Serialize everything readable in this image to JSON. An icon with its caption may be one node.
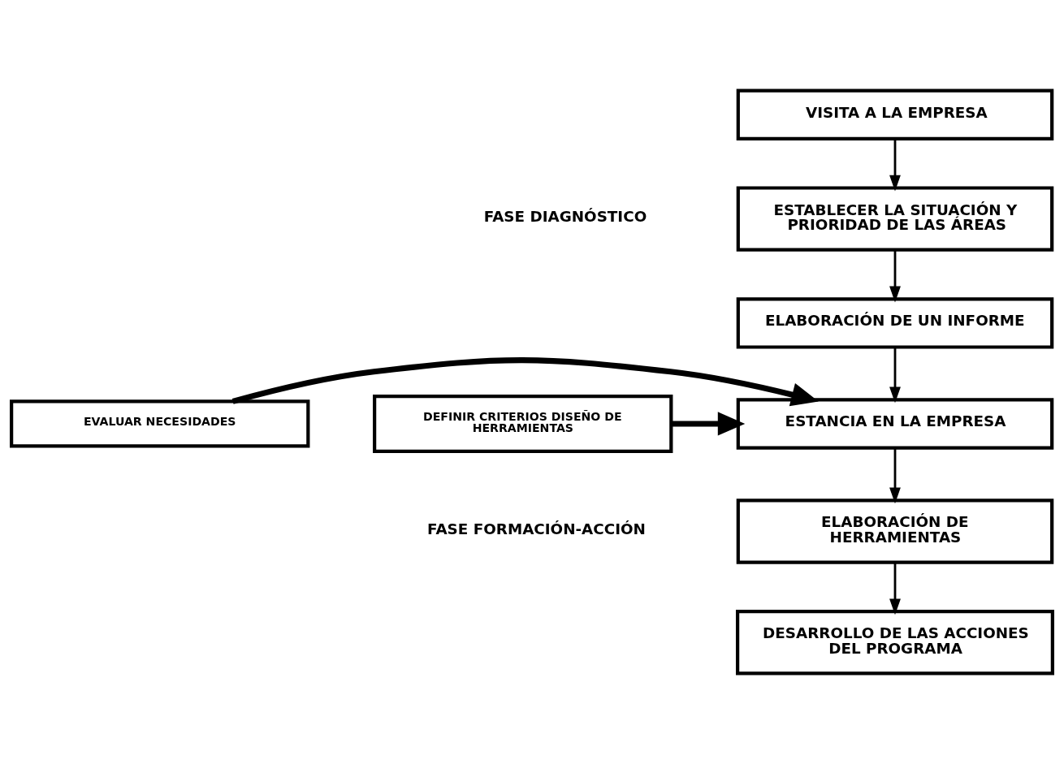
{
  "diagram": {
    "nodes": [
      {
        "text": [
          "VISITA A LA EMPRESA"
        ]
      },
      {
        "text": [
          "ESTABLECER LA SITUACIÓN Y PRIORIDAD DE LAS ÁREAS"
        ]
      },
      {
        "text": [
          "ELABORACIÓN DE UN INFORME"
        ]
      },
      {
        "text": [
          "ESTANCIA EN LA EMPRESA"
        ]
      },
      {
        "text": [
          "ELABORACIÓN DE HERRAMIENTAS"
        ]
      },
      {
        "text": [
          "DESARROLLO DE LAS ACCIONES DEL PROGRAMA"
        ]
      },
      {
        "text": [
          "EVALUAR NECESIDADES"
        ]
      },
      {
        "text": [
          "DEFINIR CRITERIOS DISEÑO DE HERRAMIENTAS"
        ]
      }
    ],
    "edges": [
      {
        "from": 0,
        "to": 1,
        "arrow": "to"
      },
      {
        "from": 1,
        "to": 2,
        "arrow": "to"
      },
      {
        "from": 2,
        "to": 3,
        "arrow": "to"
      },
      {
        "from": 3,
        "to": 4,
        "arrow": "to"
      },
      {
        "from": 4,
        "to": 5,
        "arrow": "to"
      },
      {
        "from": 6,
        "to": 3,
        "arrow": "to",
        "style": "thick"
      },
      {
        "from": 7,
        "to": 3,
        "arrow": "to",
        "style": "thick"
      }
    ],
    "labels": [
      "FASE DIAGNÓSTICO",
      "FASE FORMACIÓN-ACCIÓN"
    ]
  }
}
